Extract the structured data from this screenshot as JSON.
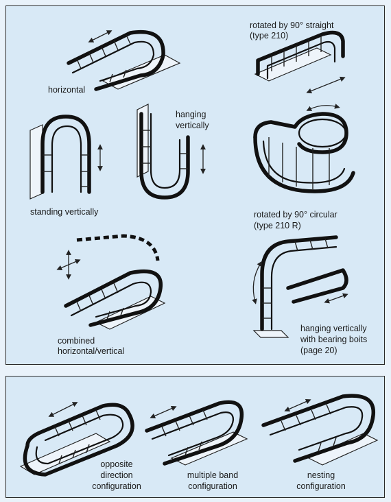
{
  "configurations": [
    {
      "id": "horizontal",
      "label": "horizontal"
    },
    {
      "id": "rotated-straight",
      "label_line1": "rotated by 90° straight",
      "label_line2": "(type 210)"
    },
    {
      "id": "standing-vertically",
      "label": "standing vertically"
    },
    {
      "id": "hanging-vertically",
      "label_line1": "hanging",
      "label_line2": "vertically"
    },
    {
      "id": "rotated-circular",
      "label_line1": "rotated by 90° circular",
      "label_line2": "(type 210 R)"
    },
    {
      "id": "combined",
      "label_line1": "combined",
      "label_line2": "horizontal/vertical"
    },
    {
      "id": "hanging-bearing",
      "label_line1": "hanging vertically",
      "label_line2": "with bearing boits",
      "label_line3": "(page 20)"
    }
  ],
  "bottom": [
    {
      "id": "opposite",
      "label_line1": "opposite",
      "label_line2": "direction",
      "label_line3": "configuration"
    },
    {
      "id": "multiple",
      "label_line1": "multiple band",
      "label_line2": "configuration"
    },
    {
      "id": "nesting",
      "label_line1": "nesting",
      "label_line2": "configuration"
    }
  ]
}
